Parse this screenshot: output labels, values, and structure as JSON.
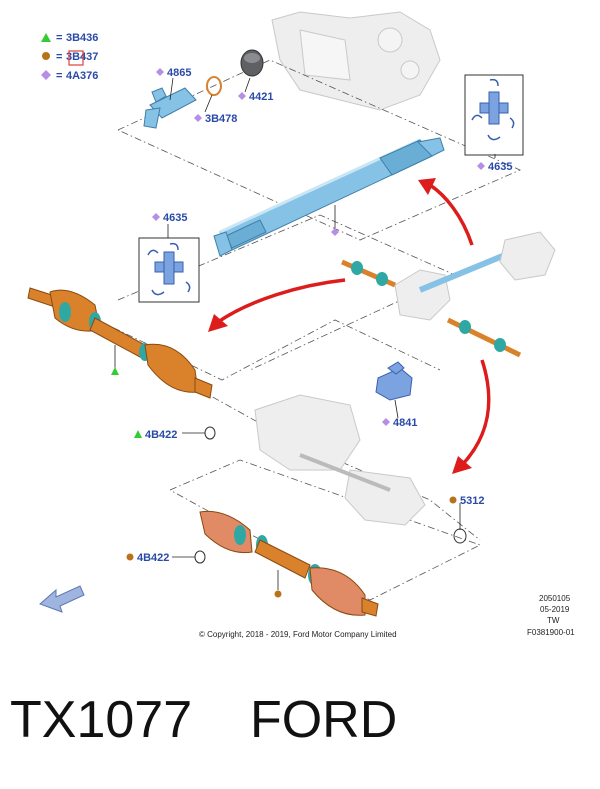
{
  "legend": [
    {
      "symbol": "triangle",
      "color": "#33cc33",
      "sep": "=",
      "code": "3B436"
    },
    {
      "symbol": "circle",
      "color": "#b8731a",
      "sep": "=",
      "code": "3B437"
    },
    {
      "symbol": "diamond",
      "color": "#b68ee6",
      "sep": "=",
      "code": "4A376"
    }
  ],
  "labels": {
    "l4865": "4865",
    "l3b478": "3B478",
    "l4421": "4421",
    "l4635_top": "4635",
    "l4635_left": "4635",
    "l4b422_upper": "4B422",
    "l4841": "4841",
    "l5312": "5312",
    "l4b422_lower": "4B422"
  },
  "info": {
    "code1": "2050105",
    "date": "05-2019",
    "initials": "TW",
    "figure": "F0381900-01"
  },
  "copyright": "© Copyright, 2018 - 2019, Ford Motor Company Limited",
  "footer": {
    "model": "TX1077",
    "brand": "FORD"
  },
  "colors": {
    "label_blue": "#2a4aa8",
    "shaft_blue": "#86c2e6",
    "halfshaft_orange": "#d9822b",
    "arrow_red": "#dd1c1c",
    "boot_teal": "#2fa7a3"
  }
}
